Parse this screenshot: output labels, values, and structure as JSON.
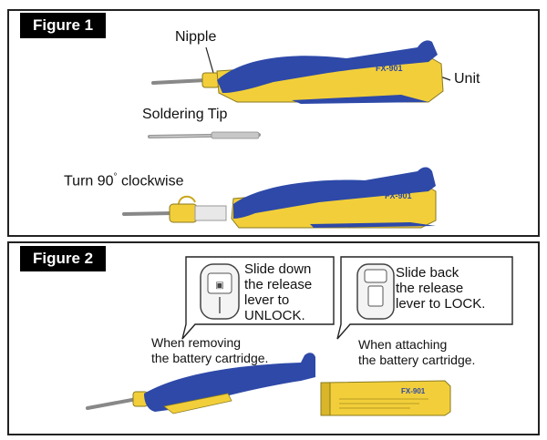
{
  "figure1": {
    "label": "Figure 1",
    "nipple": "Nipple",
    "unit": "Unit",
    "soldering_tip": "Soldering Tip",
    "turn": "Turn 90",
    "degree": "°",
    "clockwise": "clockwise",
    "unit_brand": "FX-901"
  },
  "figure2": {
    "label": "Figure 2",
    "unlock_lines": [
      "Slide down",
      "the release",
      "lever to",
      "UNLOCK."
    ],
    "lock_lines": [
      "Slide back",
      "the release",
      "lever to LOCK."
    ],
    "removing_lines": [
      "When removing",
      "the battery cartridge."
    ],
    "attaching_lines": [
      "When attaching",
      "the battery cartridge."
    ],
    "cartridge_brand": "FX-901"
  },
  "colors": {
    "blue": "#2e49a8",
    "yellow": "#f2cf3a",
    "tip": "#9a9a9a"
  }
}
